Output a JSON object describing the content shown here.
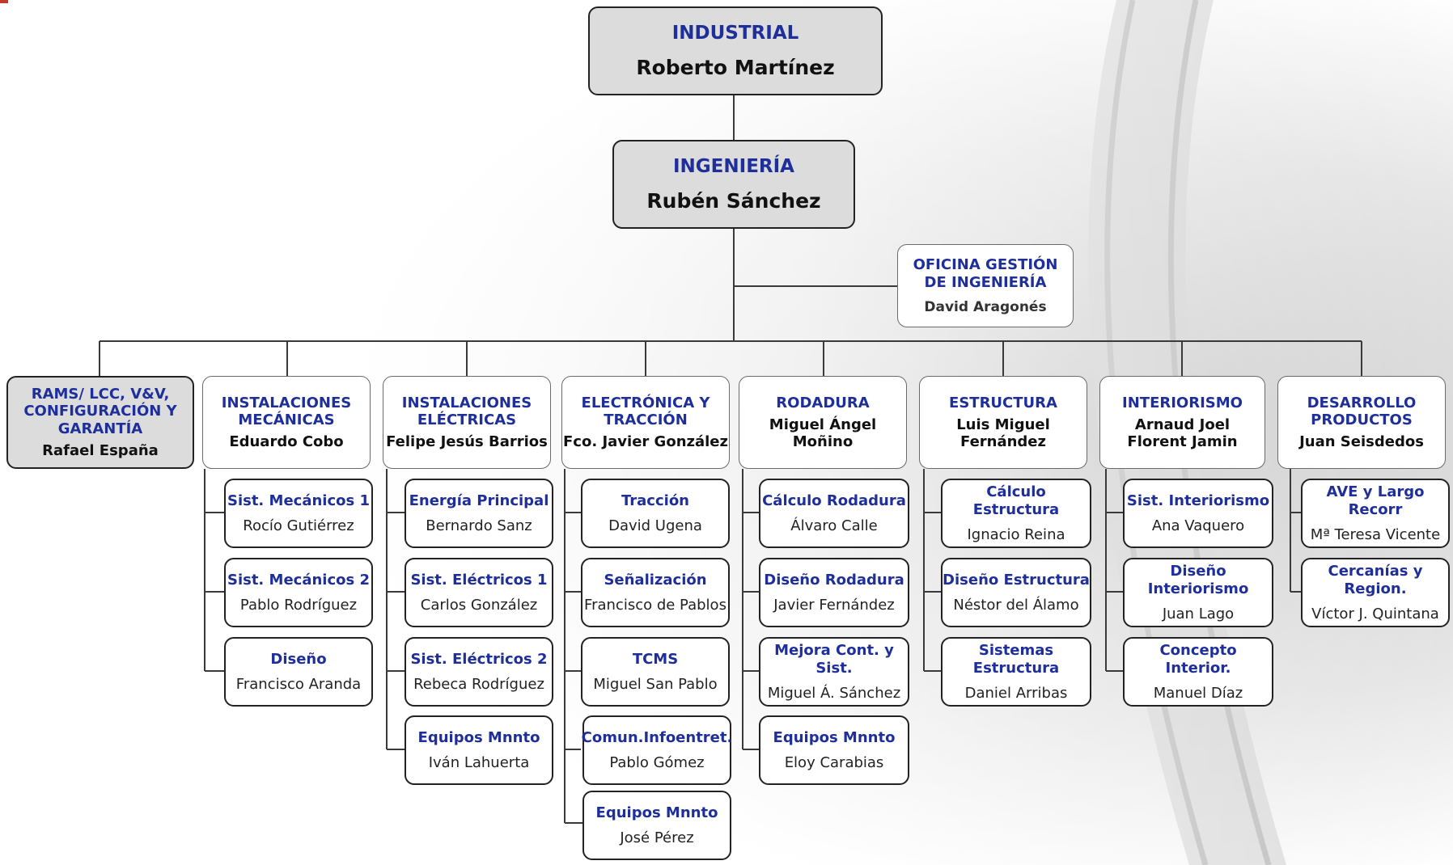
{
  "top": [
    {
      "title": "INDUSTRIAL",
      "name": "Roberto Martínez"
    },
    {
      "title": "INGENIERÍA",
      "name": "Rubén Sánchez"
    }
  ],
  "office": {
    "title": "OFICINA GESTIÓN DE INGENIERÍA",
    "name": "David  Aragonés"
  },
  "departments": [
    {
      "title": "RAMS/ LCC, V&V, CONFIGURACIÓN Y GARANTÍA",
      "name": "Rafael España",
      "subs": []
    },
    {
      "title": "INSTALACIONES MECÁNICAS",
      "name": "Eduardo Cobo",
      "subs": [
        {
          "title": "Sist. Mecánicos 1",
          "name": "Rocío Gutiérrez"
        },
        {
          "title": "Sist. Mecánicos 2",
          "name": "Pablo Rodríguez"
        },
        {
          "title": "Diseño",
          "name": "Francisco Aranda"
        }
      ]
    },
    {
      "title": "INSTALACIONES ELÉCTRICAS",
      "name": "Felipe Jesús Barrios",
      "subs": [
        {
          "title": "Energía Principal",
          "name": "Bernardo Sanz"
        },
        {
          "title": "Sist. Eléctricos 1",
          "name": "Carlos González"
        },
        {
          "title": "Sist. Eléctricos 2",
          "name": "Rebeca Rodríguez"
        },
        {
          "title": "Equipos Mnnto",
          "name": "Iván Lahuerta"
        }
      ]
    },
    {
      "title": "ELECTRÓNICA Y TRACCIÓN",
      "name": "Fco. Javier González",
      "subs": [
        {
          "title": "Tracción",
          "name": "David Ugena"
        },
        {
          "title": "Señalización",
          "name": "Francisco de Pablos"
        },
        {
          "title": "TCMS",
          "name": "Miguel San Pablo"
        },
        {
          "title": "Comun.Infoentret.",
          "name": "Pablo Gómez"
        },
        {
          "title": "Equipos Mnnto",
          "name": "José Pérez"
        }
      ]
    },
    {
      "title": "RODADURA",
      "name": "Miguel Ángel Moñino",
      "subs": [
        {
          "title": "Cálculo Rodadura",
          "name": "Álvaro Calle"
        },
        {
          "title": "Diseño Rodadura",
          "name": "Javier Fernández"
        },
        {
          "title": "Mejora Cont. y Sist.",
          "name": "Miguel Á. Sánchez"
        },
        {
          "title": "Equipos Mnnto",
          "name": "Eloy Carabias"
        }
      ]
    },
    {
      "title": "ESTRUCTURA",
      "name": "Luis Miguel Fernández",
      "subs": [
        {
          "title": "Cálculo Estructura",
          "name": "Ignacio Reina"
        },
        {
          "title": "Diseño Estructura",
          "name": "Néstor del Álamo"
        },
        {
          "title": "Sistemas Estructura",
          "name": "Daniel Arribas"
        }
      ]
    },
    {
      "title": "INTERIORISMO",
      "name": "Arnaud Joel Florent Jamin",
      "subs": [
        {
          "title": "Sist. Interiorismo",
          "name": "Ana Vaquero"
        },
        {
          "title": "Diseño Interiorismo",
          "name": "Juan Lago"
        },
        {
          "title": "Concepto Interior.",
          "name": "Manuel Díaz"
        }
      ]
    },
    {
      "title": "DESARROLLO PRODUCTOS",
      "name": "Juan Seisdedos",
      "subs": [
        {
          "title": "AVE y Largo Recorr",
          "name": "Mª Teresa Vicente"
        },
        {
          "title": "Cercanías y Region.",
          "name": "Víctor J. Quintana"
        }
      ]
    }
  ]
}
